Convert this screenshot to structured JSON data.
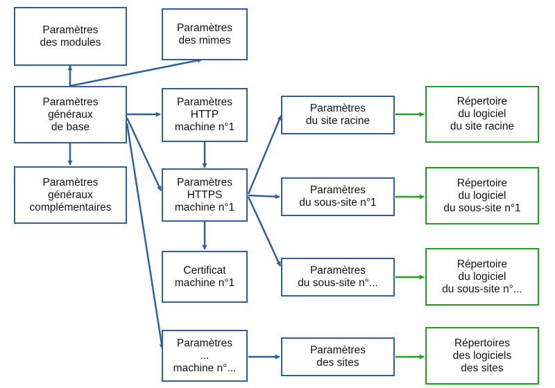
{
  "colors": {
    "box_border": "#2f5e9e",
    "arrow_blue": "#2f5e9e",
    "box_border_green": "#1aa31a",
    "arrow_green": "#1aa31a",
    "text": "#111111"
  },
  "nodes": {
    "modules": "Paramètres\ndes modules",
    "mimes": "Paramètres\ndes mimes",
    "general": "Paramètres\ngénéraux\nde base",
    "complementaires": "Paramètres\ngénéraux\ncomplémentaires",
    "http": "Paramètres\nHTTP\nmachine n°1",
    "https": "Paramètres\nHTTPS\nmachine n°1",
    "certificat": "Certificat\nmachine n°1",
    "machine_n": "Paramètres\n...\nmachine n°...",
    "site_racine": "Paramètres\ndu site racine",
    "sous_site_1": "Paramètres\ndu sous-site n°1",
    "sous_site_n": "Paramètres\ndu sous-site n°...",
    "sites": "Paramètres\ndes sites",
    "rep_racine": "Répertoire\ndu logiciel\ndu site racine",
    "rep_sous_site_1": "Répertoire\ndu logiciel\ndu sous-site n°1",
    "rep_sous_site_n": "Répertoire\ndu logiciel\ndu sous-site n°...",
    "rep_sites": "Répertoires\ndes logiciels\ndes sites"
  }
}
